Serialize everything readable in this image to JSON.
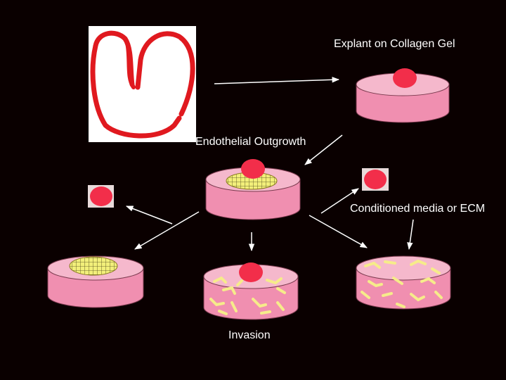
{
  "labels": {
    "explant": "Explant on Collagen Gel",
    "outgrowth": "Endothelial Outgrowth",
    "conditioned": "Conditioned media or ECM",
    "invasion": "Invasion"
  },
  "colors": {
    "background": "#0a0000",
    "gel_top": "#f5b8cc",
    "gel_side": "#f08fb0",
    "gel_outline": "#7a3a4e",
    "explant": "#f22e4a",
    "vessel_outline": "#e0191f",
    "mesh_fill": "#f2ef7a",
    "invasion_streak": "#f6ec8a",
    "arrow": "#ffffff"
  }
}
